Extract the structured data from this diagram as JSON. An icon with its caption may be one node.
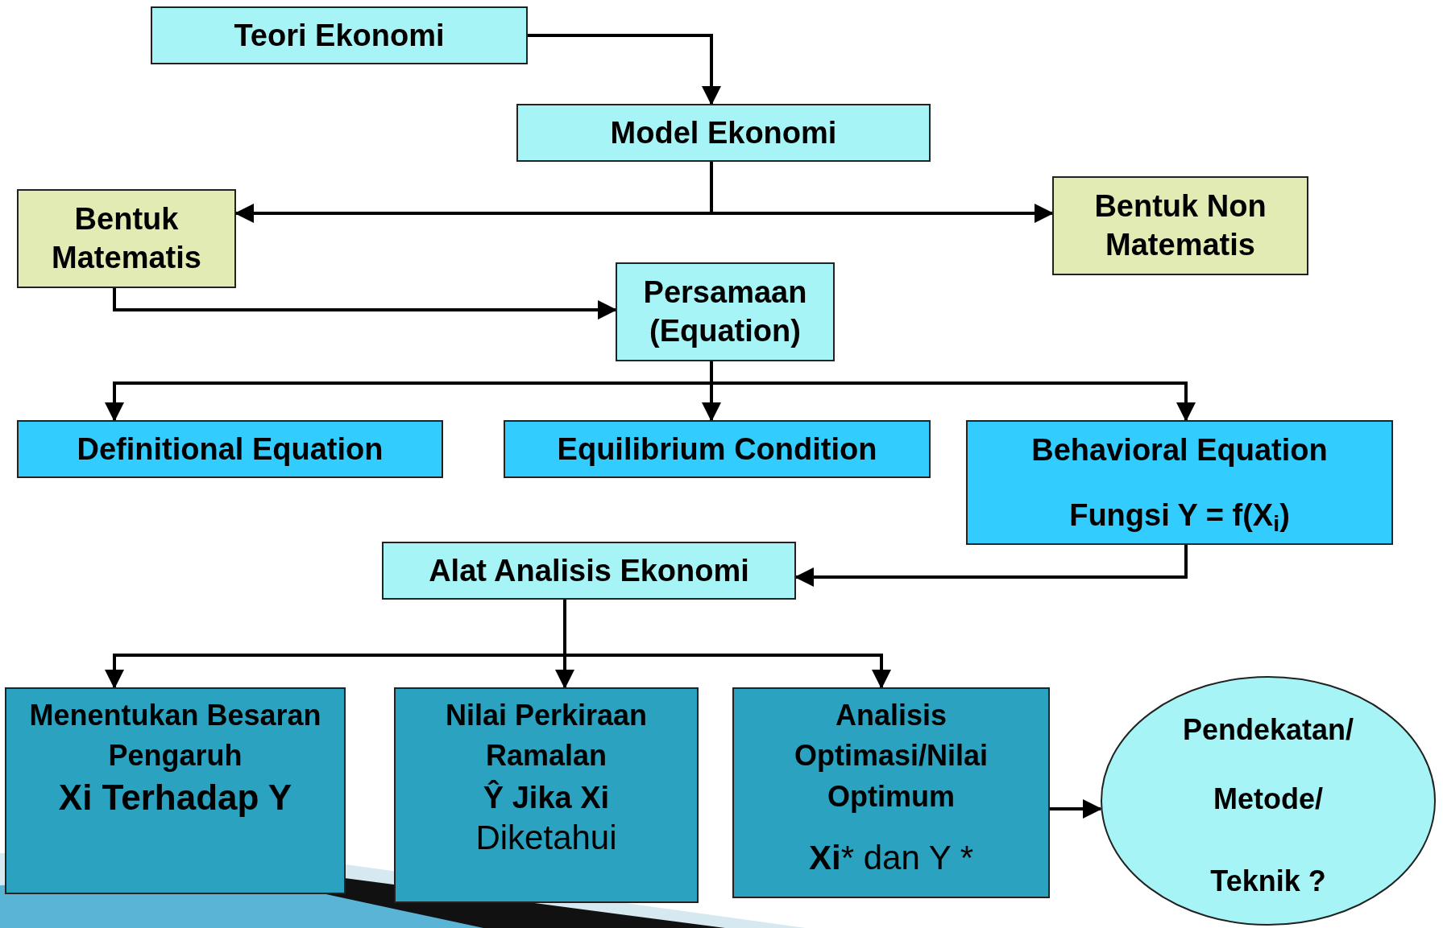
{
  "diagram": {
    "nodes": [
      {
        "text": [
          "Teori Ekonomi"
        ]
      },
      {
        "text": [
          "Model Ekonomi"
        ]
      },
      {
        "text": [
          "Bentuk Matematis"
        ]
      },
      {
        "text": [
          "Bentuk Non Matematis"
        ]
      },
      {
        "text": [
          "Persamaan (Equation)"
        ]
      },
      {
        "text": [
          "Definitional Equation"
        ]
      },
      {
        "text": [
          "Equilibrium Condition"
        ]
      },
      {
        "text": [
          "Behavioral Equation",
          "Fungsi Y = f(X$_{i}$)"
        ]
      },
      {
        "text": [
          "Alat Analisis Ekonomi"
        ]
      },
      {
        "text": [
          "Menentukan Besaran Pengaruh",
          "Xi Terhadap Y"
        ]
      },
      {
        "text": [
          "Nilai Perkiraan Ramalan",
          "Ŷ Jika **Xi**",
          "Diketahui"
        ]
      },
      {
        "text": [
          "Analisis Optimasi/Nilai Optimum",
          "**Xi*** dan Y *"
        ]
      },
      {
        "text": [
          "Pendekatan/",
          "Metode/",
          "Teknik ?"
        ]
      }
    ],
    "edges": [
      {
        "from": 0,
        "to": 1,
        "arrow": "to"
      },
      {
        "from": 1,
        "to": 2,
        "arrow": "to"
      },
      {
        "from": 1,
        "to": 3,
        "arrow": "to"
      },
      {
        "from": 2,
        "to": 4,
        "arrow": "to"
      },
      {
        "from": 4,
        "to": 5,
        "arrow": "to"
      },
      {
        "from": 4,
        "to": 6,
        "arrow": "to"
      },
      {
        "from": 4,
        "to": 7,
        "arrow": "to"
      },
      {
        "from": 7,
        "to": 8,
        "arrow": "to"
      },
      {
        "from": 8,
        "to": 9,
        "arrow": "to"
      },
      {
        "from": 8,
        "to": 10,
        "arrow": "to"
      },
      {
        "from": 8,
        "to": 11,
        "arrow": "to"
      },
      {
        "from": 11,
        "to": 12,
        "arrow": "to"
      }
    ]
  }
}
